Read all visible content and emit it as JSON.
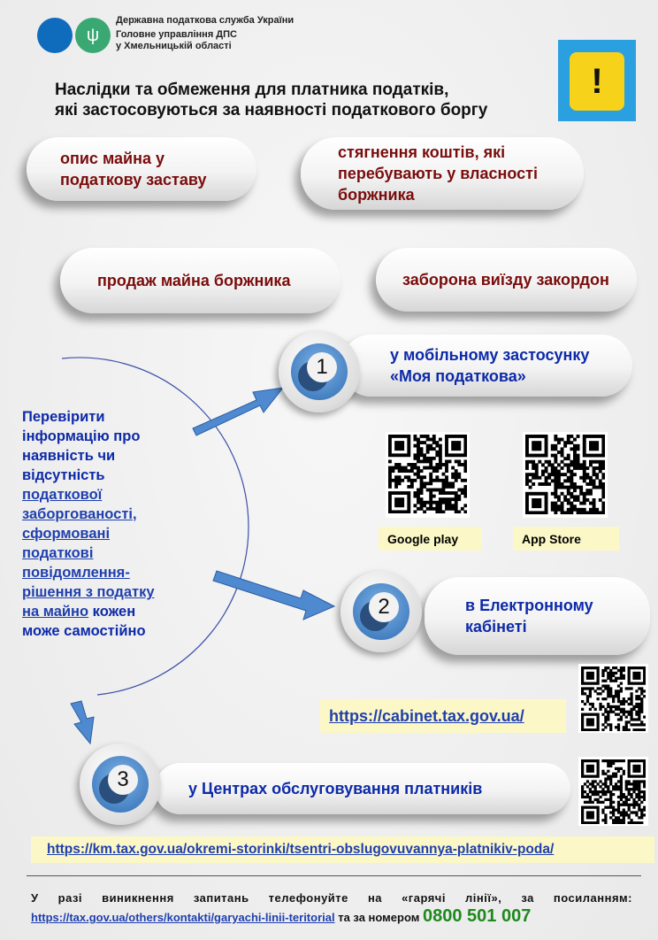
{
  "header": {
    "org_line1": "Державна податкова служба України",
    "org_line2": "Головне управління ДПС",
    "org_line3": "у Хмельницькій області"
  },
  "title": {
    "line1": "Наслідки та обмеження для платника податків,",
    "line2": "які застосовуються за наявності податкового боргу"
  },
  "consequences": [
    {
      "line1": "опис майна у",
      "line2": "податкову заставу"
    },
    {
      "line1": "стягнення коштів, які",
      "line2": "перебувають у власності",
      "line3": "боржника"
    },
    {
      "text": "продаж майна боржника"
    },
    {
      "text": "заборона виїзду закордон"
    }
  ],
  "check_text": {
    "lines": [
      "Перевірити",
      "інформацію про",
      "наявність чи",
      "відсутність"
    ],
    "link_lines": [
      "податкової",
      "заборгованості,",
      "сформовані",
      "податкові",
      "повідомлення-",
      "рішення з податку",
      "на майно"
    ],
    "tail": " кожен",
    "last": "може самостійно"
  },
  "options": [
    {
      "number": "1",
      "line1": "у мобільному застосунку",
      "line2": "«Моя податкова»"
    },
    {
      "number": "2",
      "line1": "в Електронному",
      "line2": "кабінеті"
    },
    {
      "number": "3",
      "text": "у Центрах обслуговування платників"
    }
  ],
  "stores": {
    "google": "Google play",
    "apple": "App Store"
  },
  "cabinet_url": "https://cabinet.tax.gov.ua/",
  "centers_url": "https://km.tax.gov.ua/okremi-storinki/tsentri-obslugovuvannya-platnikiv-poda/",
  "footer": {
    "text": "У разі виникнення запитань телефонуйте на «гарячі лінії», за посиланням:",
    "link": "https://tax.gov.ua/others/kontakti/garyachi-linii-teritorial",
    "middle": " та за номером ",
    "phone": "0800 501 007"
  },
  "colors": {
    "red": "#7a0c0c",
    "blue": "#0d2aa8",
    "green": "#1d8a1d",
    "highlight": "#fbf7c6"
  }
}
